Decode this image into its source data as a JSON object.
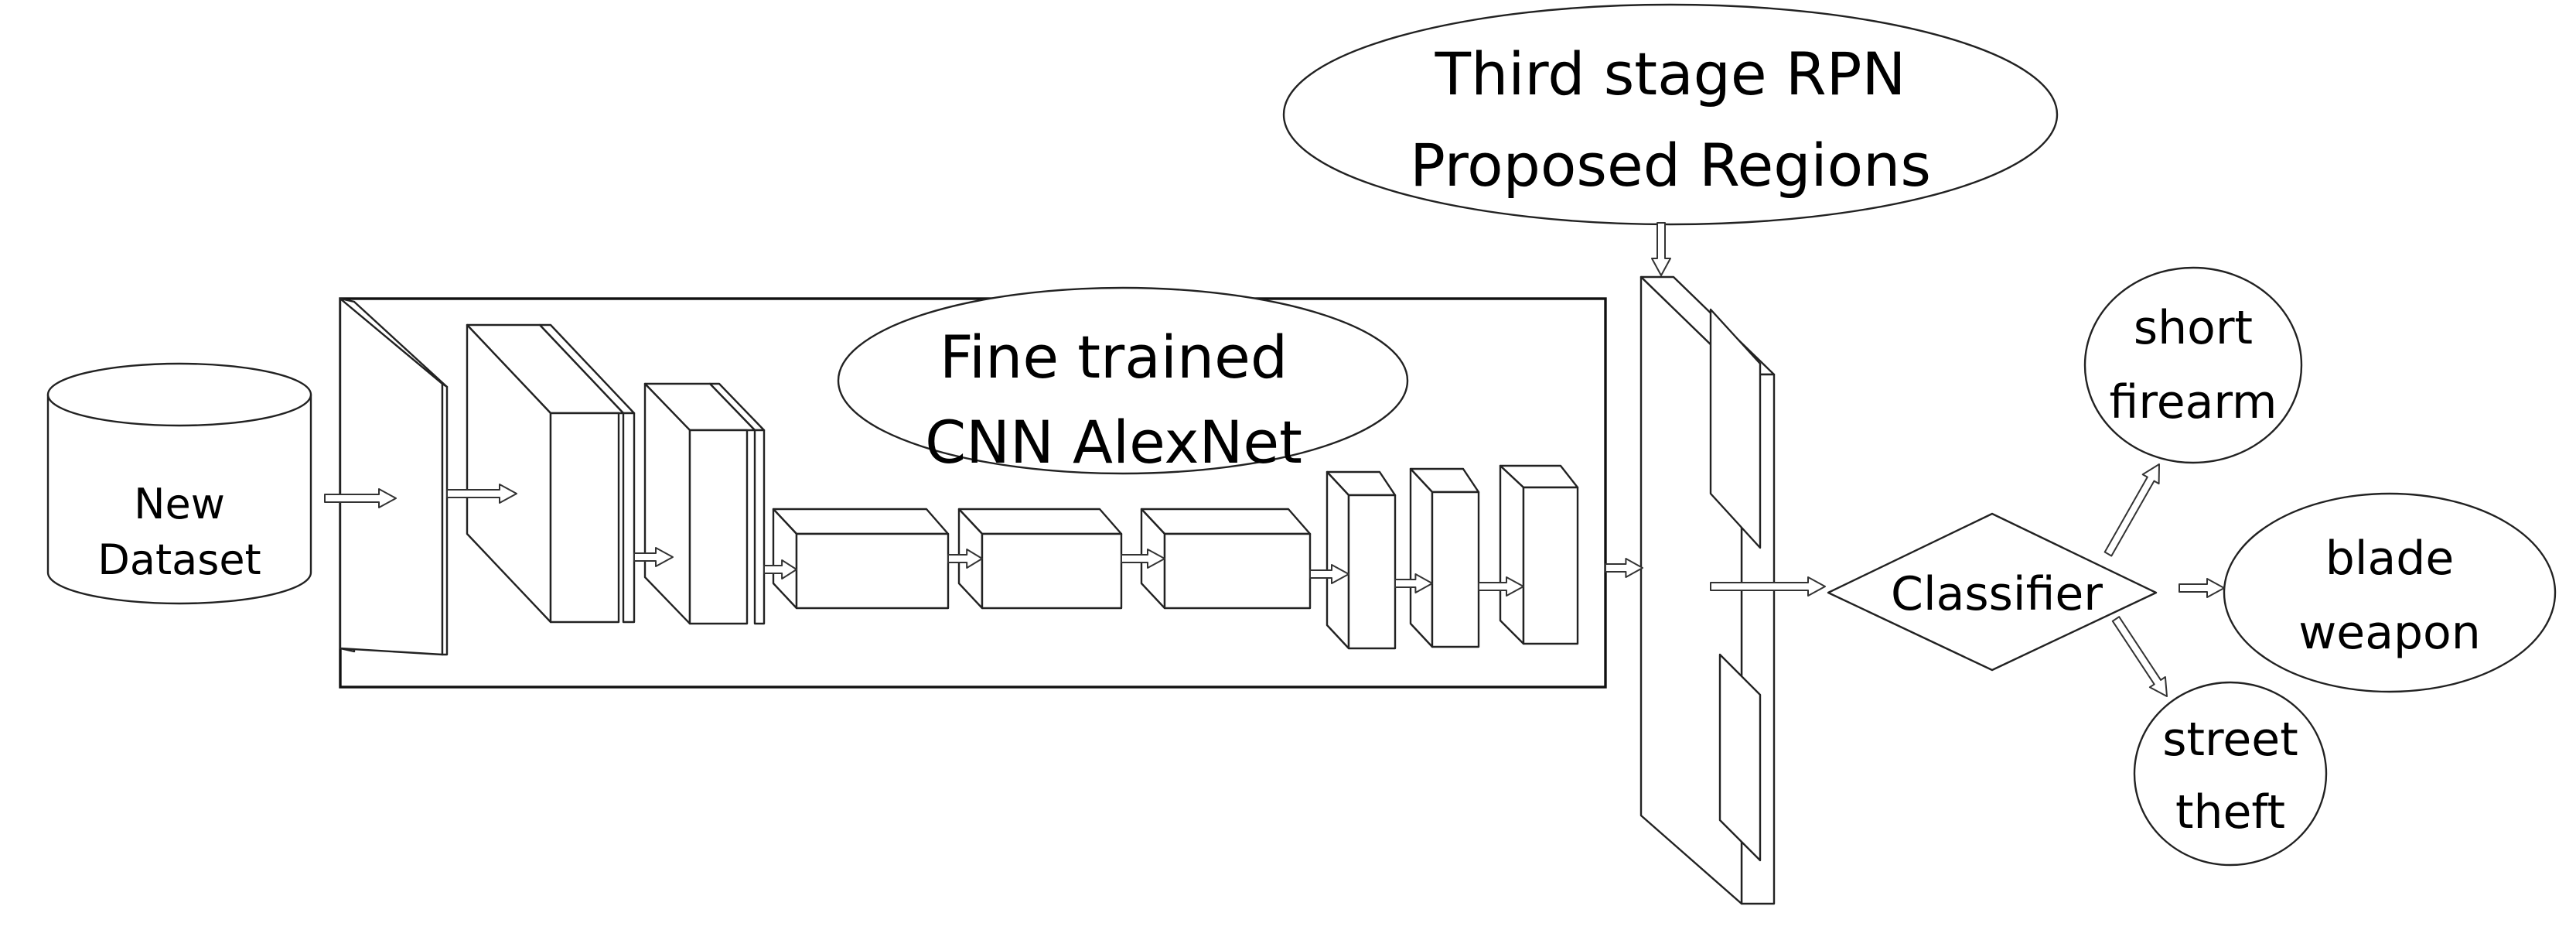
{
  "nodes": {
    "dataset": {
      "line1": "New",
      "line2": "Dataset"
    },
    "cnn": {
      "line1": "Fine trained",
      "line2": "CNN AlexNet"
    },
    "rpn": {
      "line1": "Third stage RPN",
      "line2": "Proposed Regions"
    },
    "classifier": {
      "label": "Classifier"
    },
    "out_short_firearm": {
      "line1": "short",
      "line2": "firearm"
    },
    "out_blade_weapon": {
      "line1": "blade",
      "line2": "weapon"
    },
    "out_street_theft": {
      "line1": "street",
      "line2": "theft"
    }
  }
}
